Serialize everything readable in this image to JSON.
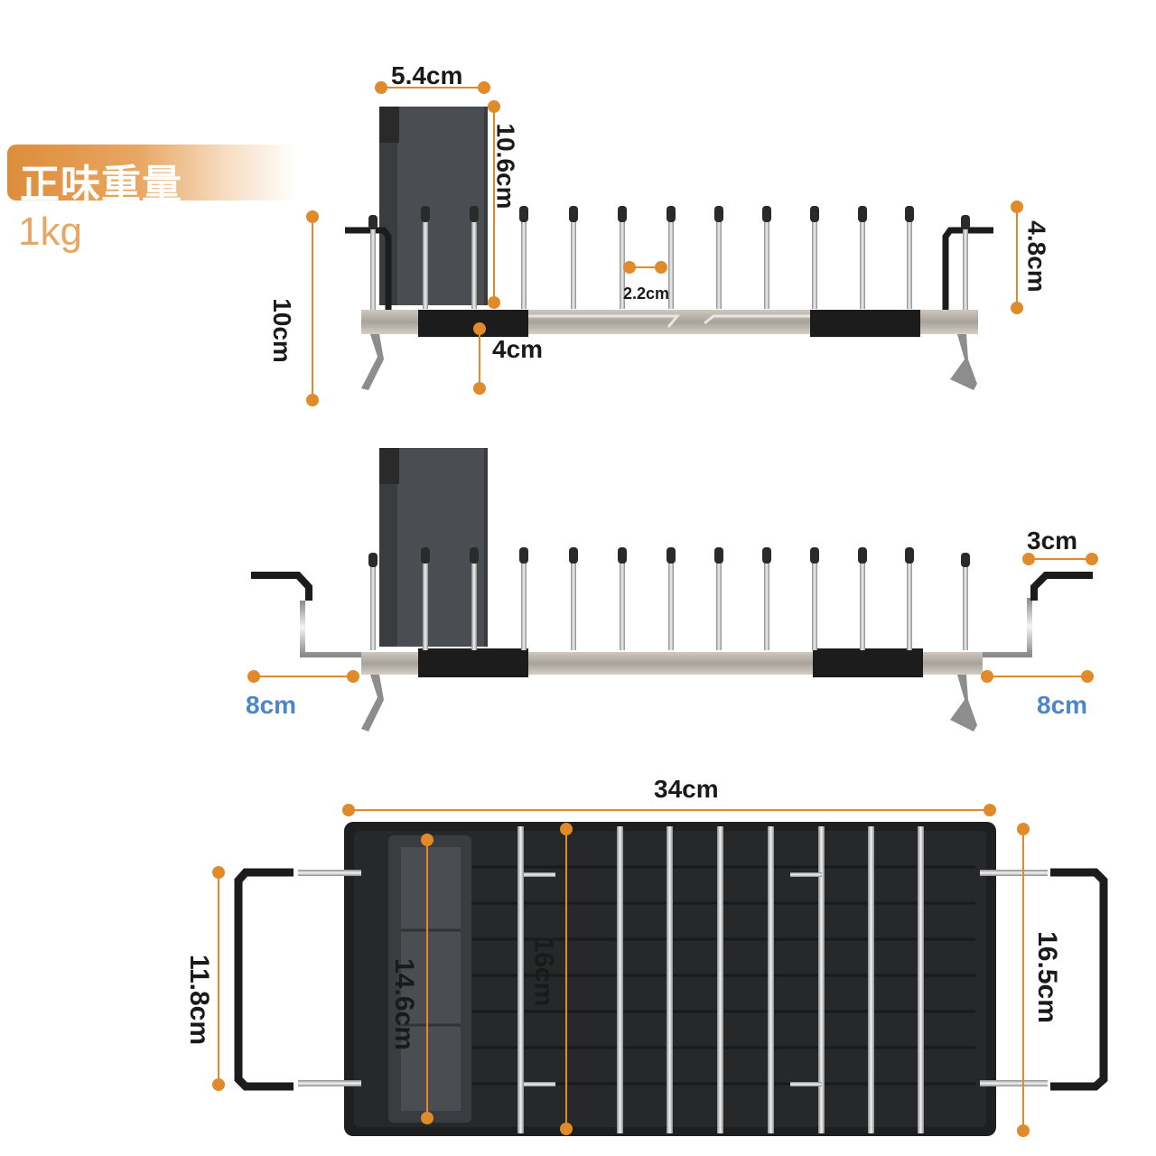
{
  "badge": {
    "title": "正味重量",
    "value": "1kg"
  },
  "view1": {
    "width_holder": "5.4cm",
    "height_holder": "10.6cm",
    "gap": "2.2cm",
    "total_height": "10cm",
    "base_height": "4cm",
    "right_height": "4.8cm"
  },
  "view2": {
    "ext_left": "8cm",
    "ext_right": "8cm",
    "handle": "3cm"
  },
  "view3": {
    "length": "34cm",
    "holder_depth": "14.6cm",
    "inner_depth": "16cm",
    "outer_depth": "16.5cm",
    "handle_depth": "11.8cm"
  },
  "colors": {
    "accent": "#e8a662",
    "blue": "#4a86c8",
    "dark": "#2a2a2a"
  }
}
